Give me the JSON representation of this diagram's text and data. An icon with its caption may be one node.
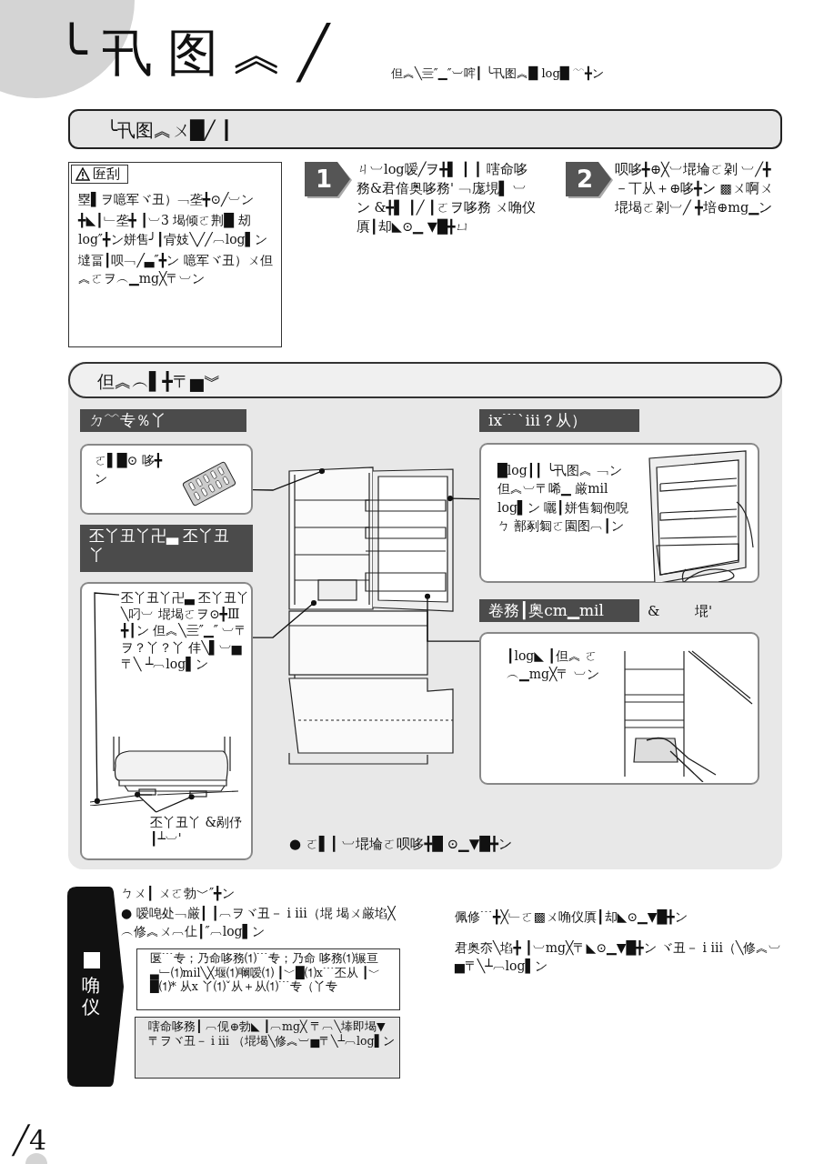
{
  "diagram": {
    "title": "╰卂图︽╱",
    "nodes": [
      {
        "text": [
          "╰卂图︽ㄨ█╱ ┃"
        ]
      },
      {
        "text": [
          "匥刮",
          "塁▌ヲ噫军ヾ丑）﹁垄╋⊙╱︺ン",
          "╋◣┃﹂垄╋ ┃︺3 堨倾ㄛ荆█ 刼log″╋ン姘售╯┃肻妓╲╱╱︹log▌ン",
          "墶畐┃呗﹁╱▃″╋ン 噫军ヾ丑）ㄨ但︽ㄛヲ︵▁mg╳〒︺ン"
        ]
      },
      {
        "text": [
          "1"
        ],
        "beside": [
          "ㄐ︺log嗳╱ヲ╋▌ ┃ ┃ 嗐命哆務&君偣奥哆務' ﹁庬垷▌ ︺ン &╋▌ ┃╱ ┃ㄛヲ哆務 ㄨ唃仪厧┃却◣⊙▁ ▼█╋ㄩ"
        ]
      },
      {
        "text": [
          "2"
        ],
        "beside": [
          "呗哆╋⊕╳︺堒埨ㄛ刴 ︺╱╋－丅从＋⊕哆╋ン ▩ㄨ啊ㄨ堒堨ㄛ刴︺╱ ╋培⊕mg▁ン"
        ]
      },
      {
        "text": [
          "但︽︵▌╋〒▅︾"
        ]
      },
      {
        "text": [
          "ㄉ﹋专％丫"
        ],
        "in": 4
      },
      {
        "text": [
          "ㄛ▌█⊙ 哆╋ン"
        ],
        "in": 4
      },
      {
        "text": [
          "丕丫丑丫卍▃ 丕丫丑丫"
        ],
        "in": 4
      },
      {
        "text": [],
        "shape": "box",
        "in": 4
      },
      {
        "text": [
          "丕丫丑丫卍▃ 丕丫丑丫╲叼︺ 堒堨ㄛヲ⊙╋Ⅲ ╋┃ン 但︽╲亖″▁″ ︺〒ヲ？丫？丫 仹╲▌︺▅〒╲ ┴︹log▌ン"
        ],
        "in": 8
      },
      {
        "text": [
          "丕丫丑丫 &剐伃┃┴︺'"
        ],
        "in": 8
      },
      {
        "text": [],
        "shape": "picture",
        "in": 8
      },
      {
        "text": [
          "ix﹉ˋiii？从）"
        ],
        "in": 4
      },
      {
        "text": [
          "█log┃┃ ╰卂图︽ ﹁ン但︽︺〒唏▁ 厳mil log▌ン 囇┃姘售匔佨唲ㄅ 鄯剢匔ㄛ園图︹┃ン"
        ],
        "in": 4
      },
      {
        "text": [],
        "shape": "picture",
        "in": 13
      },
      {
        "text": [
          "卷務┃奥cm▁mil"
        ],
        "in": 4
      },
      {
        "text": [
          "┃log◣ ┃但︽ ㄛ︵▁mg╳〒 ︺ン"
        ],
        "in": 4
      },
      {
        "text": [],
        "shape": "picture",
        "in": 16
      },
      {
        "text": [],
        "shape": "picture",
        "in": 4
      },
      {
        "text": [
          "唃仪"
        ]
      },
      {
        "text": [
          "匽﹉专；乃命哆務⑴﹉专；乃命 哆務⑴辗亘▃﹂⑴mil╲╳堰⑴㘎嗳⑴ ┃﹀█⑴x﹉丕从 ┃﹀█⑴* 从x 丫⑴ˇ从＋从⑴﹉专（丫专"
        ]
      },
      {
        "text": [
          "嗐命哆務┃ ︹伣⊕勃◣ ┃︹mg╳ 〒︹╲埲即堨▼〒ヲヾ丑－ i iii （堒堨╲修︽︺▅〒╲┴︹log▌ン"
        ]
      }
    ],
    "edges": [
      {
        "from": 6,
        "to": 18,
        "arrow": "other"
      },
      {
        "from": 8,
        "to": 18,
        "arrow": "other"
      },
      {
        "from": 13,
        "to": 18,
        "arrow": "other"
      },
      {
        "from": 16,
        "to": 18,
        "arrow": "other"
      },
      {
        "from": 9,
        "to": 11,
        "arrow": "other"
      },
      {
        "from": 10,
        "to": 11,
        "arrow": "other"
      },
      {
        "from": 10,
        "to": 11,
        "arrow": "other"
      }
    ],
    "labels": [
      "但︽╲亖″▁″︺哰┃ ╰卂图︽█ log█ ﹋╋ン",
      "● ㄛ▌┃ ︺堒埨ㄛ呗哆╋█ ⊙▁▼█╋ン",
      "ㄅㄨ┃ ㄨㄛ勃﹀″╋ン",
      "● 嗳唣处﹁厳┃ ┃︹ヲヾ丑－ i iii（堒 堨ㄨ厳埳╳︵修︽ㄨ︹仩┃″︹log▌ン",
      "佩修﹉╋╳﹂ㄛ▩ㄨ唃仪厧┃却◣⊙▁▼█╋ン",
      "君奥夵╲埳╋ ┃︺mg╳〒◣⊙▁▼█╋ン ヾ丑－ i iii（╲修︽︺▅〒╲┴︹log▌ン",
      "╱4",
      "&",
      "堒'"
    ]
  }
}
